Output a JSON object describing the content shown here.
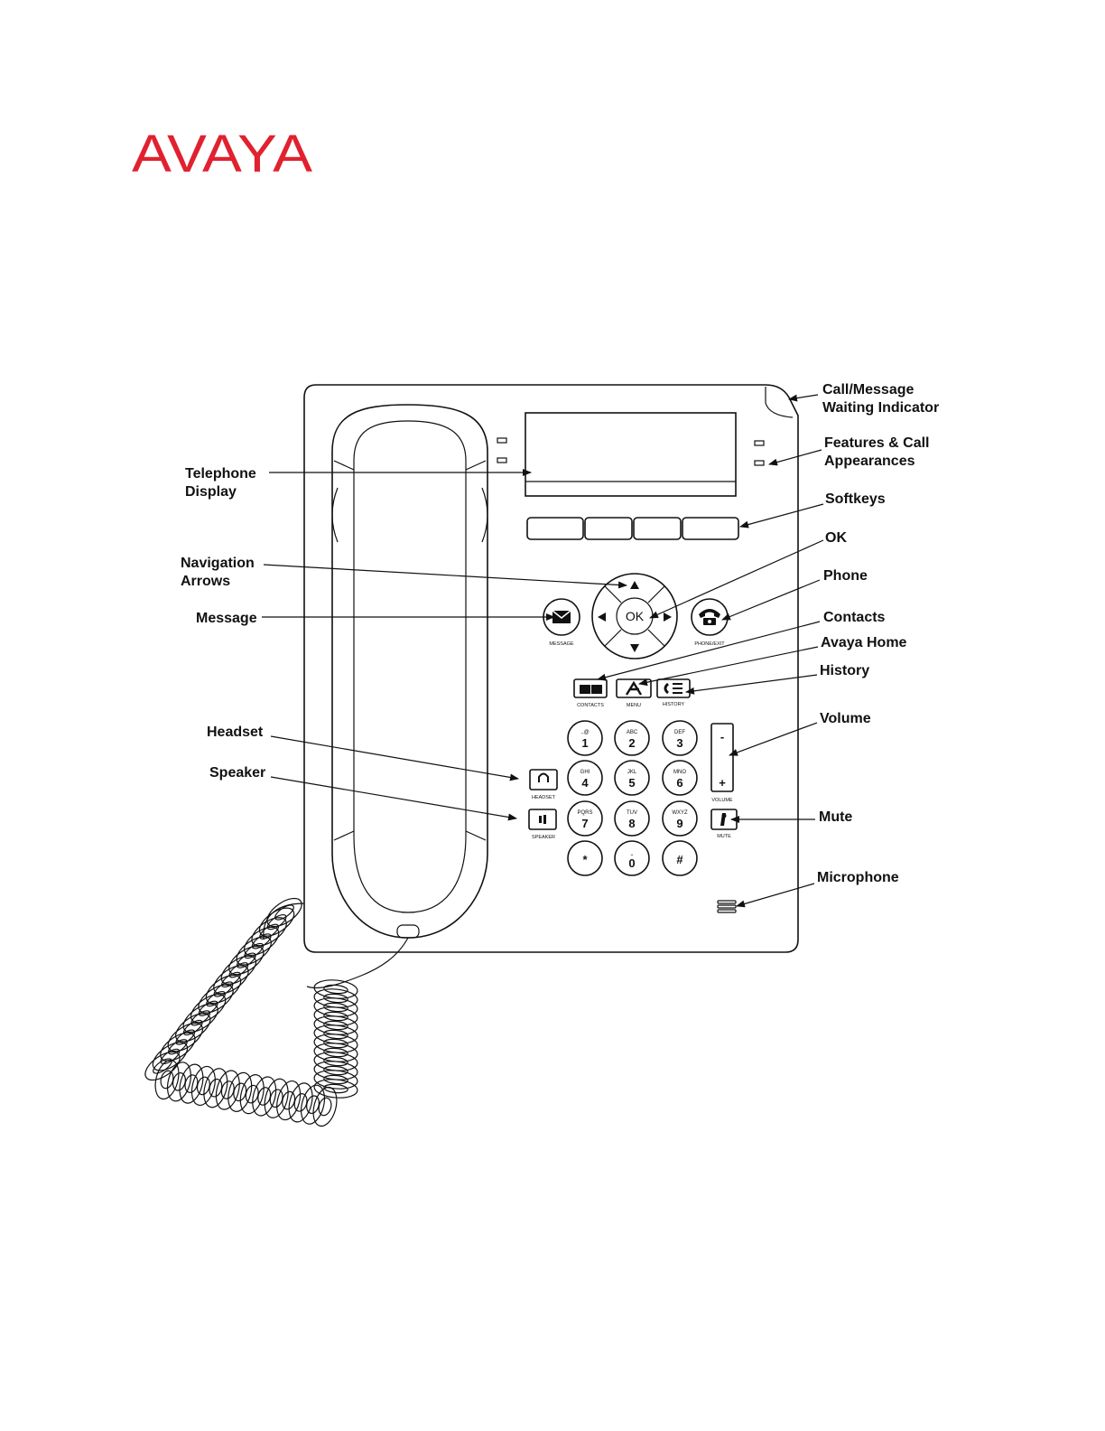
{
  "logo": {
    "text": "AVAYA",
    "color": "#E1212F"
  },
  "callouts": {
    "call_message_1": "Call/Message",
    "call_message_2": "Waiting Indicator",
    "features_1": "Features & Call",
    "features_2": "Appearances",
    "softkeys": "Softkeys",
    "ok": "OK",
    "phone": "Phone",
    "contacts": "Contacts",
    "avaya_home": "Avaya Home",
    "history": "History",
    "volume": "Volume",
    "mute": "Mute",
    "microphone": "Microphone",
    "telephone_display_1": "Telephone",
    "telephone_display_2": "Display",
    "navigation_1": "Navigation",
    "navigation_2": "Arrows",
    "message": "Message",
    "headset": "Headset",
    "speaker": "Speaker"
  },
  "button_labels": {
    "message": "MESSAGE",
    "phone_exit": "PHONE/EXIT",
    "contacts": "CONTACTS",
    "menu": "MENU",
    "history": "HISTORY",
    "headset": "HEADSET",
    "speaker": "SPEAKER",
    "volume": "VOLUME",
    "mute": "MUTE",
    "ok": "OK",
    "vol_minus": "-",
    "vol_plus": "+"
  },
  "keypad": [
    {
      "num": "1",
      "letters": ".,@"
    },
    {
      "num": "2",
      "letters": "ABC"
    },
    {
      "num": "3",
      "letters": "DEF"
    },
    {
      "num": "4",
      "letters": "GHI"
    },
    {
      "num": "5",
      "letters": "JKL"
    },
    {
      "num": "6",
      "letters": "MNO"
    },
    {
      "num": "7",
      "letters": "PQRS"
    },
    {
      "num": "8",
      "letters": "TUV"
    },
    {
      "num": "9",
      "letters": "WXYZ"
    },
    {
      "num": "*",
      "letters": ""
    },
    {
      "num": "0",
      "letters": "˽"
    },
    {
      "num": "#",
      "letters": ""
    }
  ]
}
